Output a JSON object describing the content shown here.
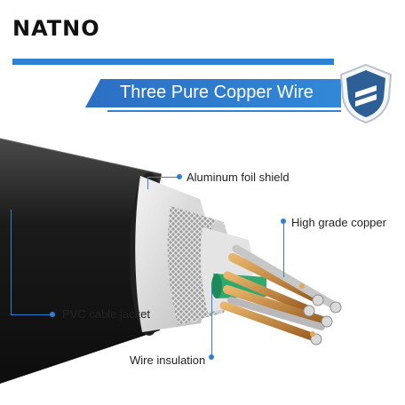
{
  "brand": {
    "logo_text": "NATNO"
  },
  "banner": {
    "title": "Three Pure Copper Wire",
    "icon": "shield-icon"
  },
  "callouts": {
    "aluminum_foil": "Aluminum foil shield",
    "copper": "High grade copper",
    "jacket": "PVC cable jacket",
    "insulation": "Wire insulation"
  },
  "colors": {
    "accent_blue": "#2f7fd2",
    "jacket_black": "#1a1a1a",
    "copper": "#c98a3a",
    "insulation_green": "#2faa6f"
  }
}
